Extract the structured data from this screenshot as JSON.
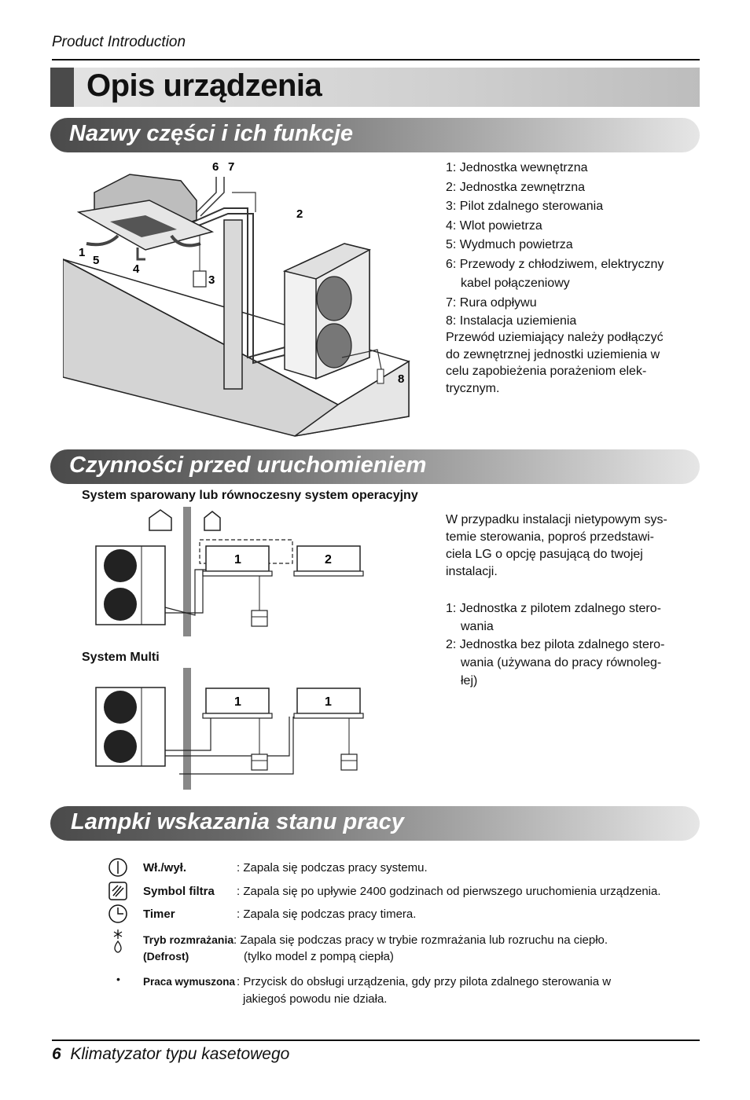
{
  "header": {
    "label": "Product Introduction"
  },
  "title": "Opis urządzenia",
  "sections": {
    "parts": "Nazwy części i ich funkcje",
    "before": "Czynności przed uruchomieniem",
    "lamps": "Lampki wskazania stanu pracy"
  },
  "diagram_labels": {
    "n1": "1",
    "n2": "2",
    "n3": "3",
    "n4": "4",
    "n5": "5",
    "n6": "6",
    "n7": "7",
    "n8": "8"
  },
  "parts_list": [
    {
      "line1": "1: Jednostka wewnętrzna"
    },
    {
      "line1": "2: Jednostka zewnętrzna"
    },
    {
      "line1": "3: Pilot zdalnego sterowania"
    },
    {
      "line1": "4: Wlot powietrza"
    },
    {
      "line1": "5: Wydmuch powietrza"
    },
    {
      "line1": "6: Przewody z chłodziwem, elektryczny",
      "line2": "kabel połączeniowy"
    },
    {
      "line1": "7: Rura odpływu"
    },
    {
      "line1": "8: Instalacja uziemienia"
    }
  ],
  "ground_note": [
    "Przewód uziemiający należy podłączyć",
    "do zewnętrznej jednostki uziemienia w",
    "celu zapobieżenia porażeniom elek-",
    "trycznym."
  ],
  "paired": {
    "heading": "System sparowany lub równoczesny system operacyjny",
    "unit1": "1",
    "unit2": "2"
  },
  "multi": {
    "heading": "System Multi",
    "unit1": "1",
    "unit2": "1"
  },
  "install_note": [
    "W przypadku instalacji nietypowym sys-",
    "temie sterowania, poproś przedstawi-",
    "ciela LG o opcję pasującą do twojej",
    "instalacji."
  ],
  "remote_list": [
    {
      "line1": "1: Jednostka z pilotem zdalnego stero-",
      "line2": "wania"
    },
    {
      "line1": "2: Jednostka bez pilota zdalnego stero-",
      "line2": "wania (używana do pracy równoleg-",
      "line3": "łej)"
    }
  ],
  "lamps": [
    {
      "icon": "power-icon",
      "name": "Wł./wył.",
      "desc": ": Zapala się podczas pracy systemu."
    },
    {
      "icon": "filter-icon",
      "name": "Symbol filtra",
      "desc": ": Zapala się po upływie 2400 godzinach od pierwszego uruchomienia urządzenia."
    },
    {
      "icon": "clock-icon",
      "name": "Timer",
      "desc": ": Zapala się podczas pracy timera."
    },
    {
      "icon": "defrost-icon",
      "name": "Tryb rozmrażania",
      "name2": "(Defrost)",
      "desc": ": Zapala się podczas pracy w trybie rozmrażania lub rozruchu na ciepło.",
      "desc2": "(tylko model z pompą ciepła)"
    },
    {
      "icon": "bullet",
      "name": "Praca wymuszona",
      "desc": ": Przycisk do obsługi urządzenia, gdy przy pilota zdalnego sterowania w",
      "desc2": "jakiegoś powodu nie działa."
    }
  ],
  "footer": {
    "page": "6",
    "text": "Klimatyzator typu kasetowego"
  }
}
